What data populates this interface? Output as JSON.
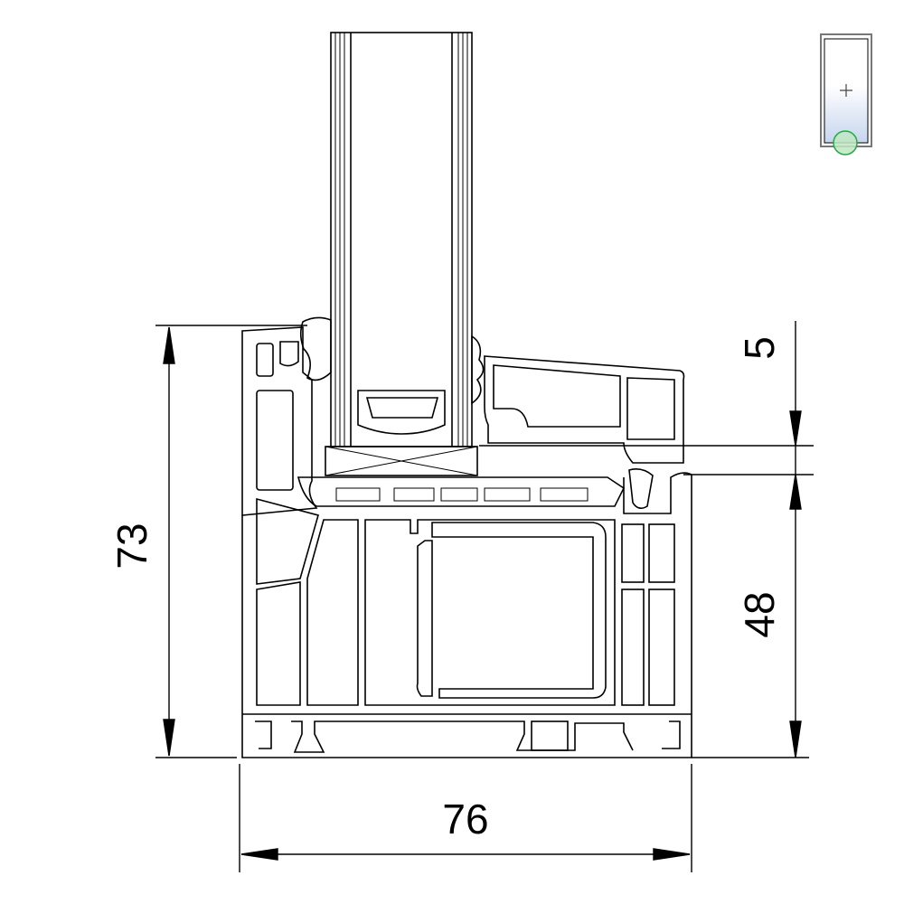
{
  "drawing": {
    "dimensions": {
      "overall_height": "73",
      "sash_height": "48",
      "overlap": "5",
      "overall_width": "76"
    }
  },
  "thumbnail": {
    "icon": "window-section-marker-icon",
    "marker_color": "#22aa44",
    "glass_gradient": [
      "#ffffff",
      "#c6d5ee"
    ]
  }
}
